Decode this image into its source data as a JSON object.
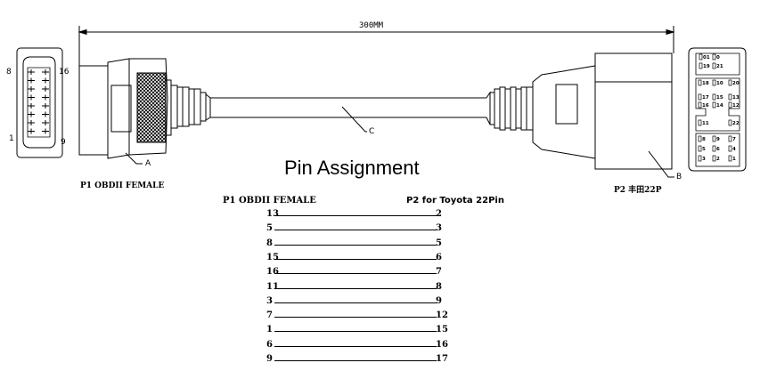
{
  "dimension": {
    "label": "300MM"
  },
  "title": "Pin Assignment",
  "connector_p1": {
    "label": "P1 OBDII FEMALE",
    "pin_top_left": "8",
    "pin_top_right": "16",
    "pin_bottom_left": "1",
    "pin_bottom_right": "9"
  },
  "connector_p2": {
    "label": "P2 丰田22P"
  },
  "callouts": {
    "a": "A",
    "b": "B",
    "c": "C"
  },
  "p2_pins": {
    "top": [
      "01",
      "0"
    ],
    "row1": [
      "19",
      "21"
    ],
    "row2": [
      "18",
      "10",
      "20"
    ],
    "row3": [
      "17",
      "15",
      "13"
    ],
    "row4": [
      "16",
      "14",
      "12"
    ],
    "row5": [
      "11",
      "22"
    ],
    "row6": [
      "8",
      "9",
      "7"
    ],
    "row7": [
      "5",
      "6",
      "4"
    ],
    "row8": [
      "3",
      "2",
      "1"
    ]
  },
  "table": {
    "header_left": "P1 OBDII FEMALE",
    "header_right": "P2 for Toyota 22Pin",
    "rows": [
      {
        "p1": "13",
        "p2": "2"
      },
      {
        "p1": "5",
        "p2": "3"
      },
      {
        "p1": "8",
        "p2": "5"
      },
      {
        "p1": "15",
        "p2": "6"
      },
      {
        "p1": "16",
        "p2": "7"
      },
      {
        "p1": "11",
        "p2": "8"
      },
      {
        "p1": "3",
        "p2": "9"
      },
      {
        "p1": "7",
        "p2": "12"
      },
      {
        "p1": "1",
        "p2": "15"
      },
      {
        "p1": "6",
        "p2": "16"
      },
      {
        "p1": "9",
        "p2": "17"
      }
    ]
  }
}
